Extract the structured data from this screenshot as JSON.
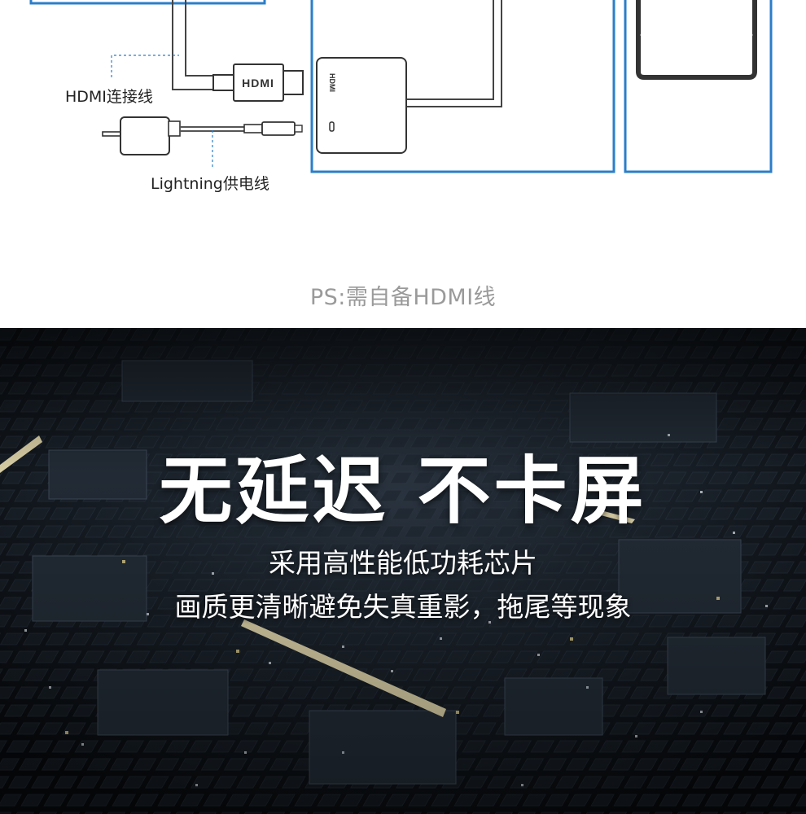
{
  "diagram": {
    "hdmi_plug_text": "HDMI",
    "adapter_port_text": "HDMI",
    "hdmi_cable_label": "HDMI连接线",
    "lightning_cable_label": "Lightning供电线",
    "ps_note": "PS:需自备HDMI线",
    "accent_color": "#2b7ec9"
  },
  "promo": {
    "headline": "无延迟 不卡屏",
    "subline_1": "采用高性能低功耗芯片",
    "subline_2": "画质更清晰避免失真重影，拖尾等现象"
  }
}
